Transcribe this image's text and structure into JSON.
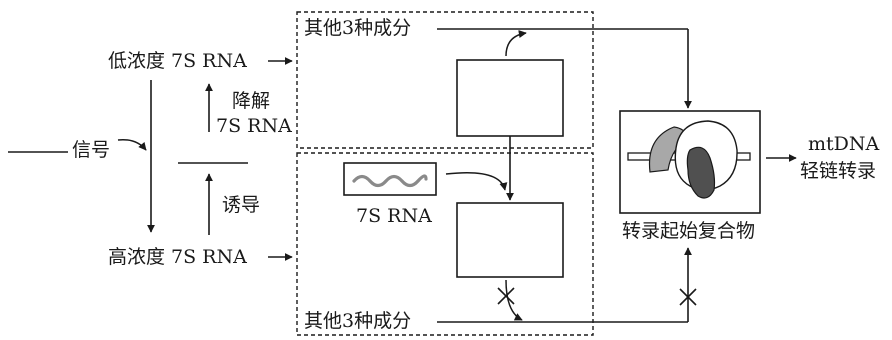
{
  "diagram": {
    "signal_label": "信号",
    "low_label": "低浓度 7S RNA",
    "high_label": "高浓度 7S RNA",
    "degrade_line1": "降解",
    "degrade_line2": "7S RNA",
    "induce_label": "诱导",
    "top_box_label": "其他3种成分",
    "bottom_box_label": "其他3种成分",
    "rna_box_label": "7S RNA",
    "complex_label": "转录起始复合物",
    "output_line1": "mtDNA",
    "output_line2": "轻链转录"
  },
  "colors": {
    "ink": "#1a1a1a",
    "rna_strand": "#8a8a8a",
    "protein_gray": "#a8a8a8",
    "protein_dark": "#505050"
  }
}
